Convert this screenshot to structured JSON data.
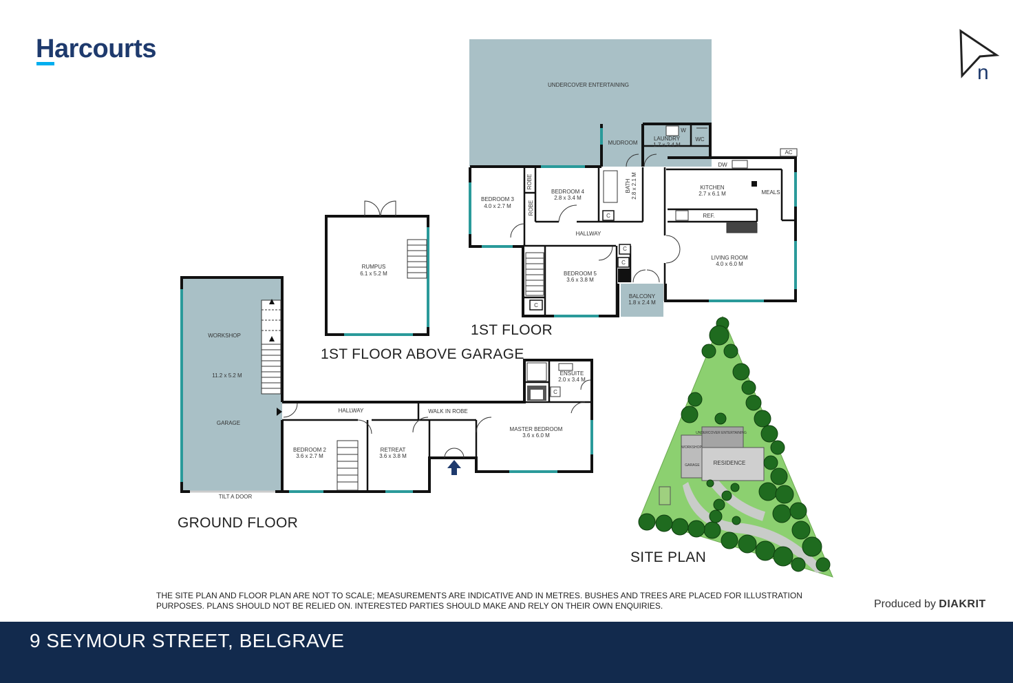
{
  "brand": {
    "name": "Harcourts",
    "accent_color": "#00aeef",
    "text_color": "#1e3a6d"
  },
  "compass": {
    "icon": "north-arrow-icon",
    "label": "n"
  },
  "captions": {
    "ground_floor": "GROUND FLOOR",
    "first_floor": "1ST FLOOR",
    "first_floor_above_garage": "1ST FLOOR ABOVE GARAGE",
    "site_plan": "SITE PLAN"
  },
  "rooms": {
    "undercover_entertaining": "UNDERCOVER ENTERTAINING",
    "mudroom": "MUDROOM",
    "laundry": "LAUNDRY",
    "laundry_dim": "1.7 x 2.4 M",
    "wc": "WC",
    "w": "W",
    "ac": "AC",
    "dw": "DW",
    "bedroom3": "BEDROOM 3",
    "bedroom3_dim": "4.0 x 2.7 M",
    "robe": "ROBE",
    "bedroom4": "BEDROOM 4",
    "bedroom4_dim": "2.8 x 3.4 M",
    "bath": "BATH",
    "bath_dim": "2.8 x 2.1 M",
    "kitchen": "KITCHEN",
    "kitchen_dim": "2.7 x 6.1 M",
    "meals": "MEALS",
    "ref": "REF.",
    "hallway": "HALLWAY",
    "bedroom5": "BEDROOM 5",
    "bedroom5_dim": "3.6 x 3.8 M",
    "living_room": "LIVING ROOM",
    "living_room_dim": "4.0 x 6.0 M",
    "balcony": "BALCONY",
    "balcony_dim": "1.8 x 2.4 M",
    "c": "C",
    "rumpus": "RUMPUS",
    "rumpus_dim": "6.1 x 5.2 M",
    "workshop": "WORKSHOP",
    "garage_dim": "11.2 x 5.2 M",
    "garage": "GARAGE",
    "tilt_a_door": "TILT A DOOR",
    "ground_hallway": "HALLWAY",
    "walk_in_robe": "WALK IN ROBE",
    "ensuite": "ENSUITE",
    "ensuite_dim": "2.0 x 3.4 M",
    "master_bedroom": "MASTER BEDROOM",
    "master_bedroom_dim": "3.6 x 6.0 M",
    "bedroom2": "BEDROOM 2",
    "bedroom2_dim": "3.6 x 2.7 M",
    "retreat": "RETREAT",
    "retreat_dim": "3.6 x 3.8 M"
  },
  "site": {
    "undercover": "UNDERCOVER ENTERTAINING",
    "workshop": "WORKSHOP",
    "garage": "GARAGE",
    "residence": "RESIDENCE"
  },
  "colors": {
    "wall": "#111111",
    "window": "#2a9a9a",
    "outdoor": "#a9c0c6",
    "lawn": "#8cd070",
    "tree": "#1f6b1f"
  },
  "disclaimer": "THE SITE PLAN AND FLOOR PLAN ARE NOT TO SCALE; MEASUREMENTS ARE INDICATIVE AND IN METRES. BUSHES AND TREES ARE PLACED FOR ILLUSTRATION PURPOSES. PLANS SHOULD NOT BE RELIED ON. INTERESTED PARTIES SHOULD MAKE AND RELY ON THEIR OWN ENQUIRIES.",
  "produced": {
    "prefix": "Produced by",
    "brand": "DIAKRIT"
  },
  "address": "9 SEYMOUR STREET, BELGRAVE"
}
